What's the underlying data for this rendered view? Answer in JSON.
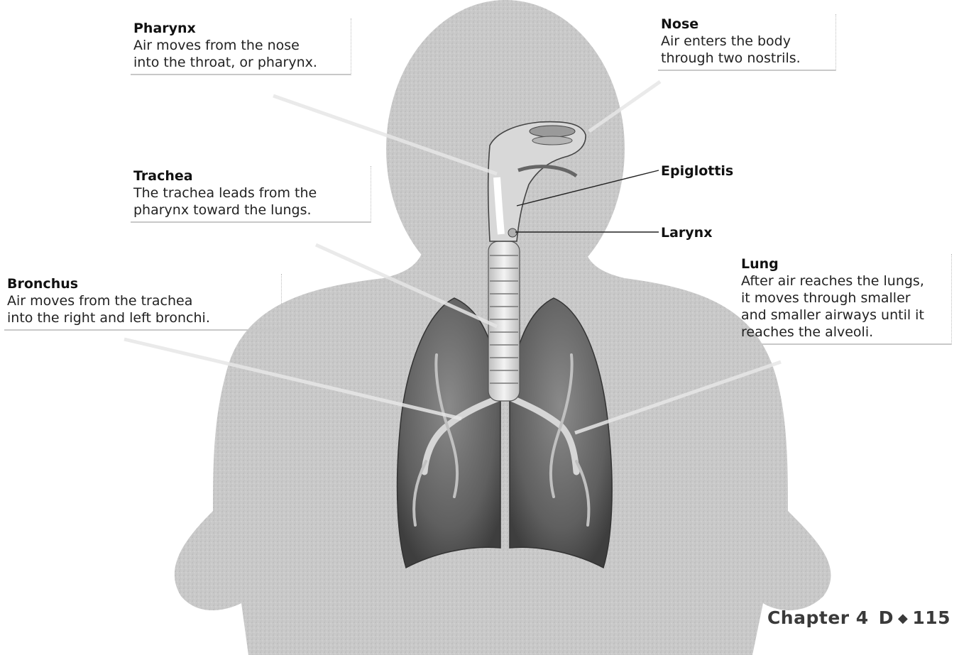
{
  "labels": {
    "pharynx": {
      "title": "Pharynx",
      "description": "Air moves from the nose\ninto the throat, or pharynx."
    },
    "nose": {
      "title": "Nose",
      "description": "Air enters the body\nthrough two nostrils."
    },
    "trachea": {
      "title": "Trachea",
      "description": "The trachea leads from the\npharynx toward the lungs."
    },
    "epiglottis": {
      "title": "Epiglottis"
    },
    "larynx": {
      "title": "Larynx"
    },
    "bronchus": {
      "title": "Bronchus",
      "description": "Air moves from the trachea\ninto the right and left bronchi."
    },
    "lung": {
      "title": "Lung",
      "description": "After air reaches the lungs,\nit moves through smaller\nand smaller airways until it\nreaches the alveoli."
    }
  },
  "footer": {
    "chapter": "Chapter 4",
    "unit": "D",
    "separator": "◆",
    "page": "115"
  },
  "colors": {
    "body_silhouette": "#c9c9c9",
    "lung_fill": "#6e6e6e",
    "airway_fill": "#e4e4e4",
    "text": "#222222"
  }
}
